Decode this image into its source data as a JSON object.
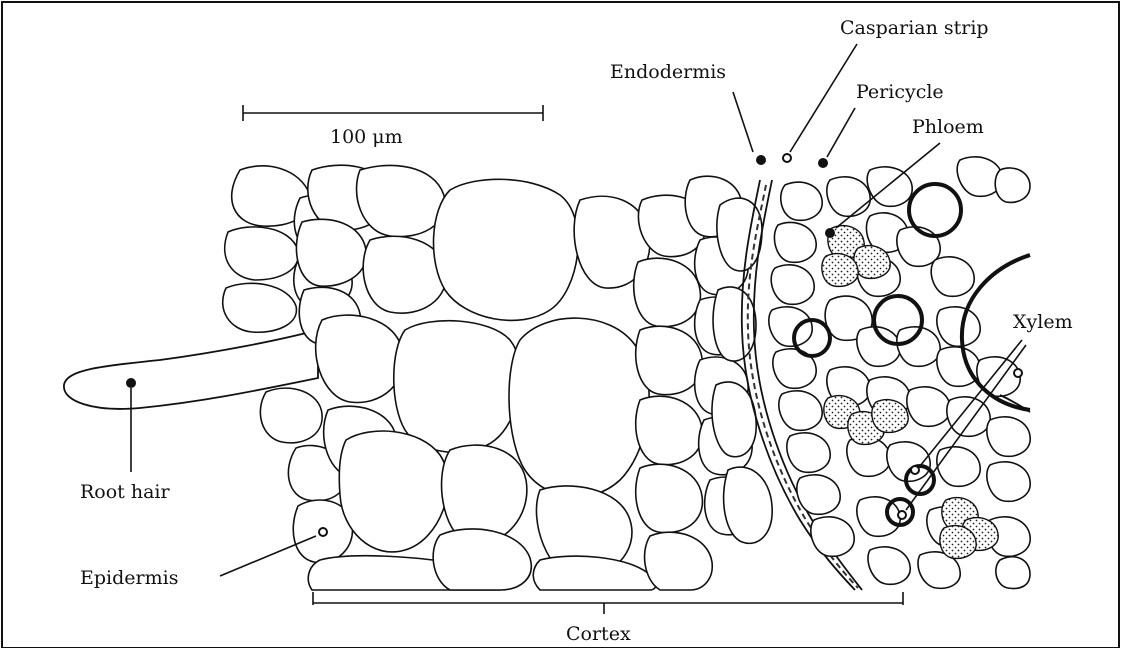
{
  "diagram": {
    "scale_bar_label": "100 μm",
    "labels": {
      "root_hair": "Root hair",
      "epidermis": "Epidermis",
      "cortex": "Cortex",
      "endodermis": "Endodermis",
      "casparian_strip": "Casparian strip",
      "pericycle": "Pericycle",
      "phloem": "Phloem",
      "xylem": "Xylem"
    }
  }
}
